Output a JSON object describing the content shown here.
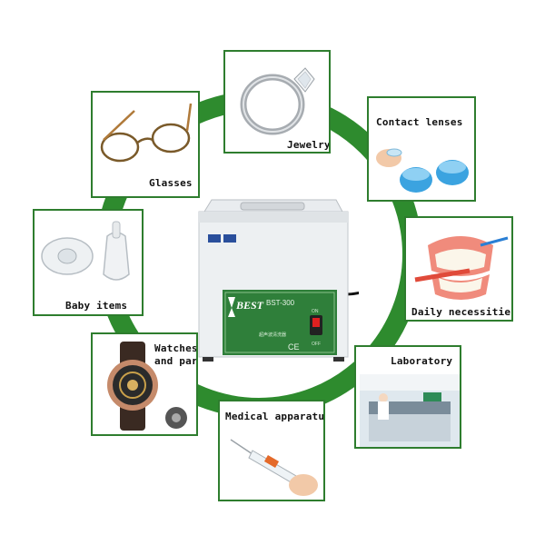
{
  "colors": {
    "ring": "#2e8b2e",
    "card_border": "#2e7d2e",
    "panel": "#2f7f3a"
  },
  "center": {
    "brand": "BEST",
    "model": "BST-300",
    "switch_on": "ON",
    "switch_off": "OFF",
    "subtitle": "超声波清洗器"
  },
  "items": [
    {
      "label": "Jewelry",
      "icon": "ring-icon"
    },
    {
      "label": "Contact lenses",
      "icon": "contact-lens-icon"
    },
    {
      "label": "Daily necessities",
      "icon": "denture-icon"
    },
    {
      "label": "Laboratory",
      "icon": "laboratory-icon"
    },
    {
      "label": "Medical apparatus",
      "icon": "syringe-icon"
    },
    {
      "label_line1": "Watches",
      "label_line2": "and parts",
      "icon": "watch-icon"
    },
    {
      "label": "Baby items",
      "icon": "pacifier-icon"
    },
    {
      "label": "Glasses",
      "icon": "glasses-icon"
    }
  ]
}
